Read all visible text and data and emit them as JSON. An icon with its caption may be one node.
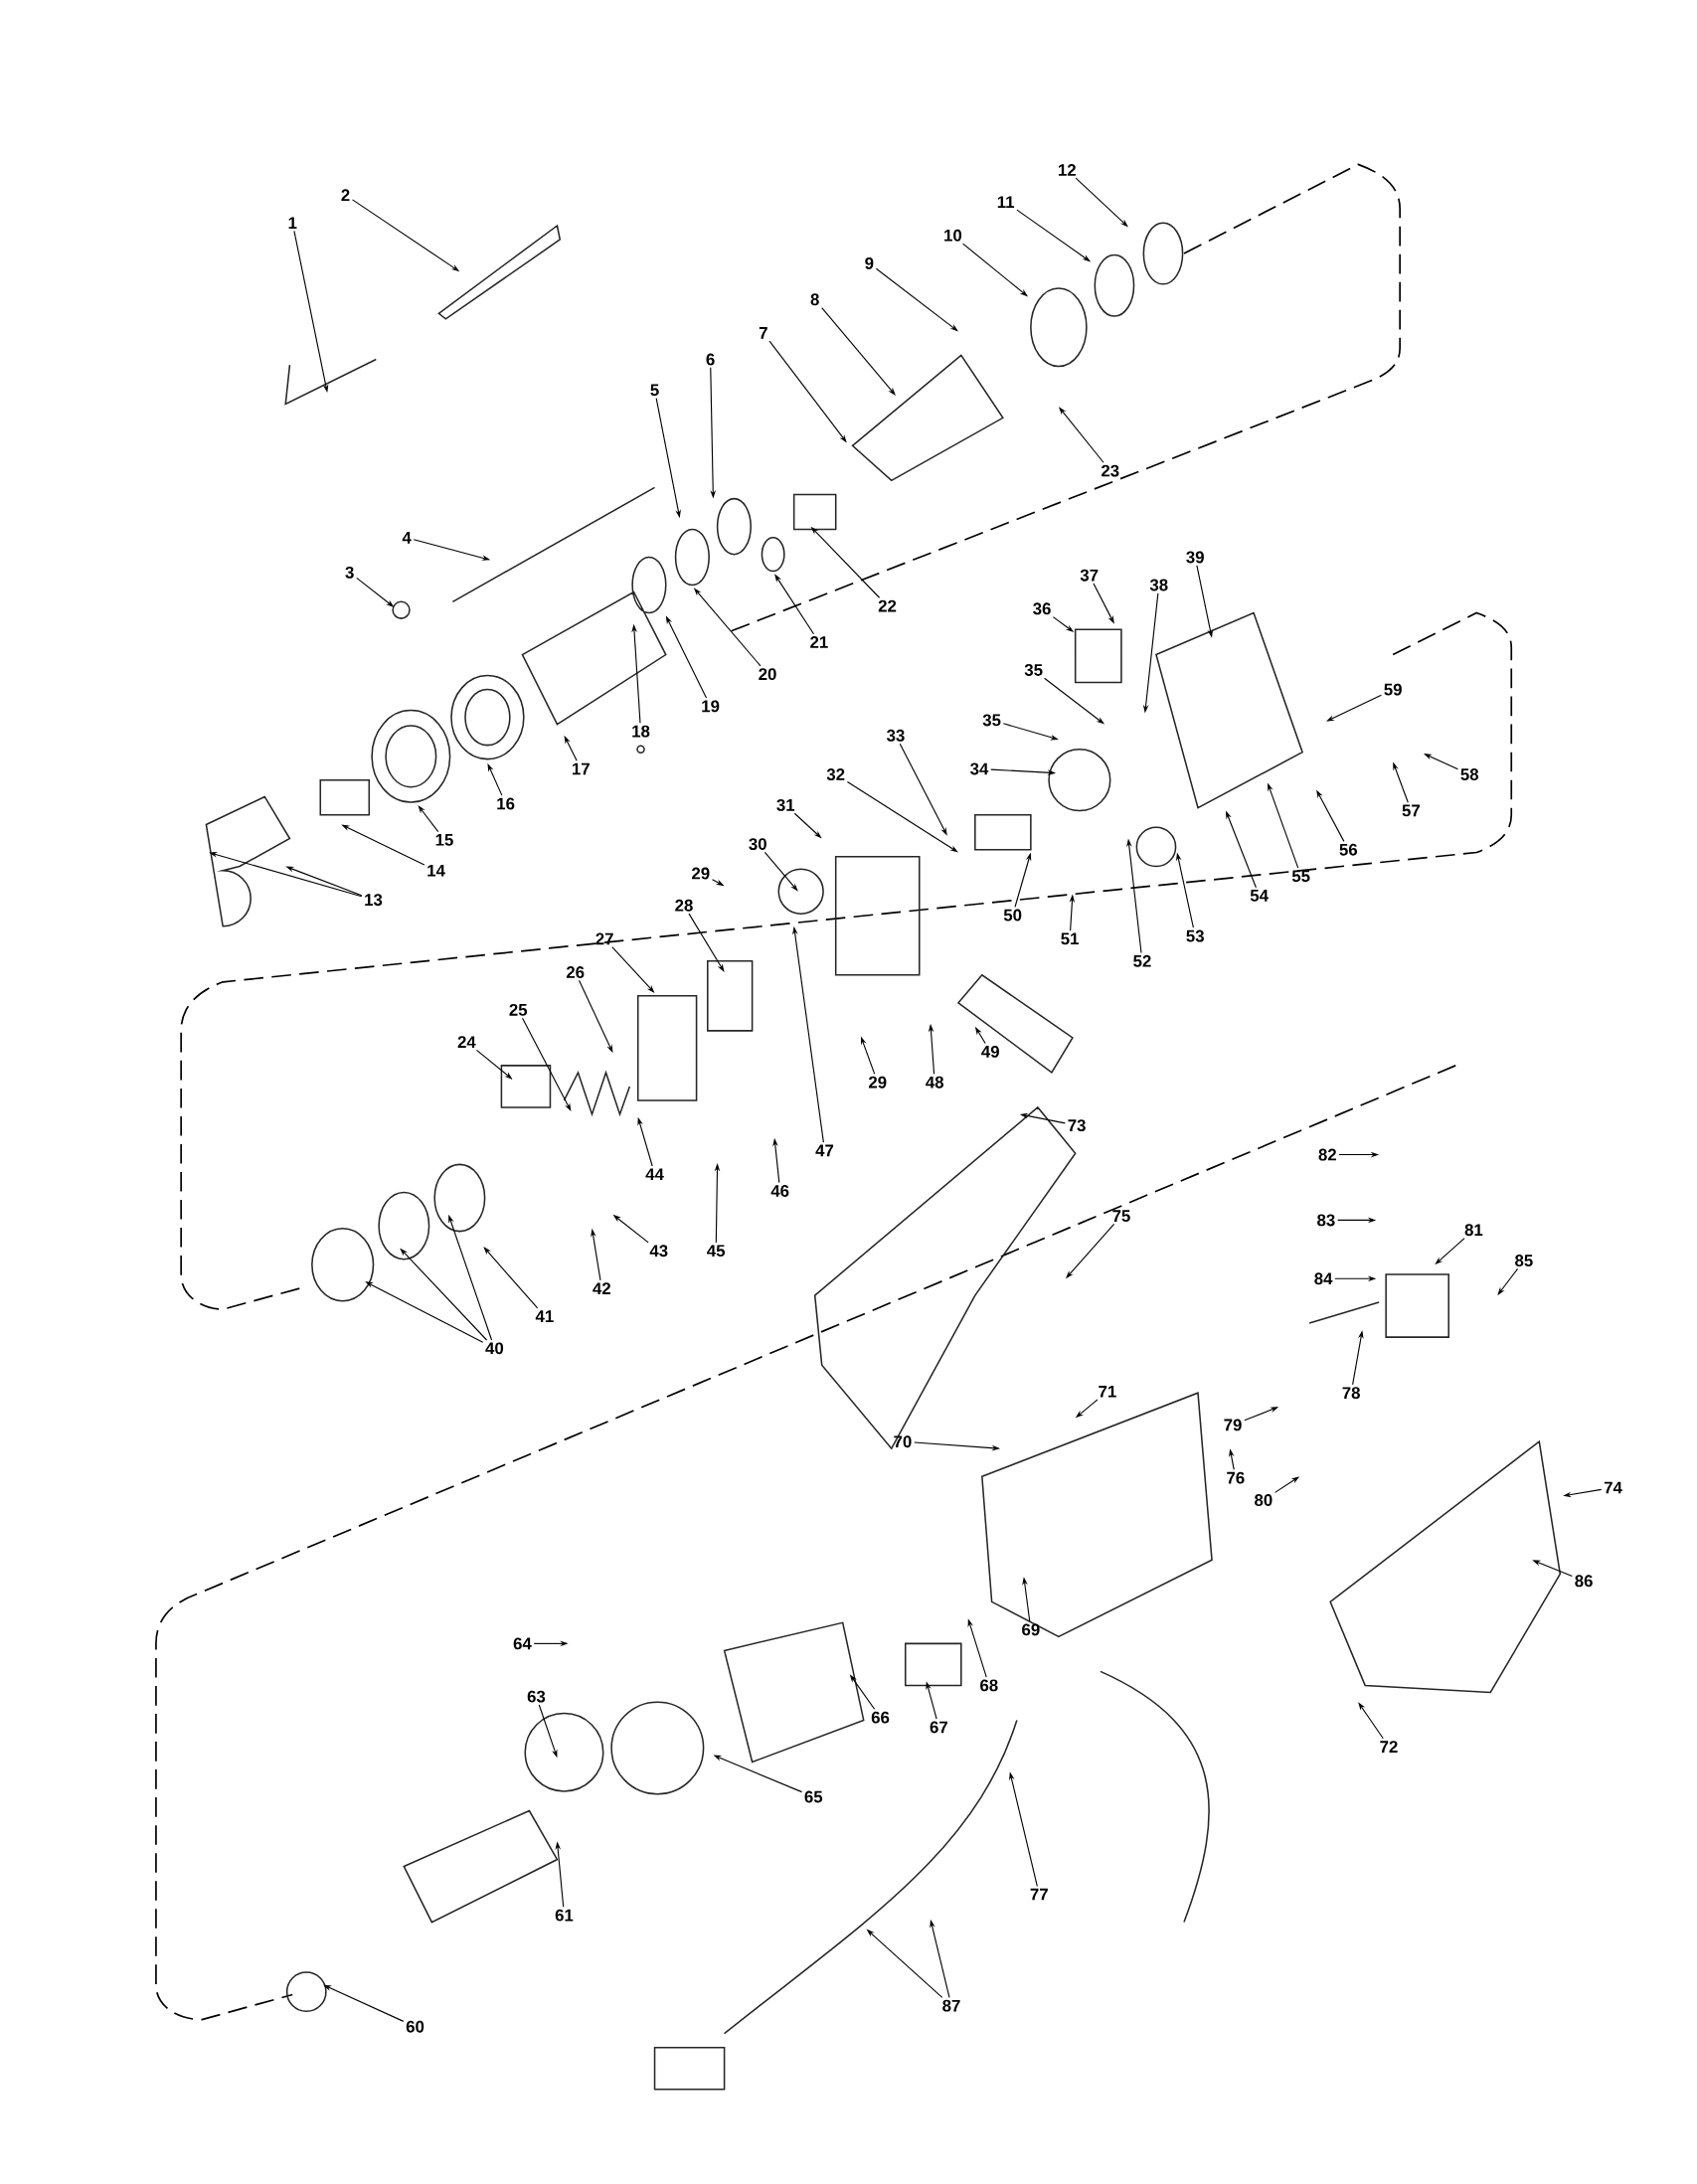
{
  "diagram": {
    "nodes": [
      {
        "text": [
          "1"
        ]
      },
      {
        "text": [
          "2"
        ]
      },
      {
        "text": [
          "3"
        ]
      },
      {
        "text": [
          "4"
        ]
      },
      {
        "text": [
          "5"
        ]
      },
      {
        "text": [
          "6"
        ]
      },
      {
        "text": [
          "7"
        ]
      },
      {
        "text": [
          "8"
        ]
      },
      {
        "text": [
          "9"
        ]
      },
      {
        "text": [
          "10"
        ]
      },
      {
        "text": [
          "11"
        ]
      },
      {
        "text": [
          "12"
        ]
      },
      {
        "text": [
          "13"
        ]
      },
      {
        "text": [
          "14"
        ]
      },
      {
        "text": [
          "15"
        ]
      },
      {
        "text": [
          "16"
        ]
      },
      {
        "text": [
          "17"
        ]
      },
      {
        "text": [
          "18"
        ]
      },
      {
        "text": [
          "19"
        ]
      },
      {
        "text": [
          "20"
        ]
      },
      {
        "text": [
          "21"
        ]
      },
      {
        "text": [
          "22"
        ]
      },
      {
        "text": [
          "23"
        ]
      },
      {
        "text": [
          "24"
        ]
      },
      {
        "text": [
          "25"
        ]
      },
      {
        "text": [
          "26"
        ]
      },
      {
        "text": [
          "27"
        ]
      },
      {
        "text": [
          "28"
        ]
      },
      {
        "text": [
          "29"
        ]
      },
      {
        "text": [
          "29"
        ]
      },
      {
        "text": [
          "30"
        ]
      },
      {
        "text": [
          "31"
        ]
      },
      {
        "text": [
          "32"
        ]
      },
      {
        "text": [
          "33"
        ]
      },
      {
        "text": [
          "34"
        ]
      },
      {
        "text": [
          "35"
        ]
      },
      {
        "text": [
          "35"
        ]
      },
      {
        "text": [
          "36"
        ]
      },
      {
        "text": [
          "37"
        ]
      },
      {
        "text": [
          "38"
        ]
      },
      {
        "text": [
          "39"
        ]
      },
      {
        "text": [
          "40"
        ]
      },
      {
        "text": [
          "41"
        ]
      },
      {
        "text": [
          "42"
        ]
      },
      {
        "text": [
          "43"
        ]
      },
      {
        "text": [
          "44"
        ]
      },
      {
        "text": [
          "45"
        ]
      },
      {
        "text": [
          "46"
        ]
      },
      {
        "text": [
          "47"
        ]
      },
      {
        "text": [
          "48"
        ]
      },
      {
        "text": [
          "49"
        ]
      },
      {
        "text": [
          "50"
        ]
      },
      {
        "text": [
          "51"
        ]
      },
      {
        "text": [
          "52"
        ]
      },
      {
        "text": [
          "53"
        ]
      },
      {
        "text": [
          "54"
        ]
      },
      {
        "text": [
          "55"
        ]
      },
      {
        "text": [
          "56"
        ]
      },
      {
        "text": [
          "57"
        ]
      },
      {
        "text": [
          "58"
        ]
      },
      {
        "text": [
          "59"
        ]
      },
      {
        "text": [
          "60"
        ]
      },
      {
        "text": [
          "61"
        ]
      },
      {
        "text": [
          "63"
        ]
      },
      {
        "text": [
          "64"
        ]
      },
      {
        "text": [
          "65"
        ]
      },
      {
        "text": [
          "66"
        ]
      },
      {
        "text": [
          "67"
        ]
      },
      {
        "text": [
          "68"
        ]
      },
      {
        "text": [
          "69"
        ]
      },
      {
        "text": [
          "70"
        ]
      },
      {
        "text": [
          "71"
        ]
      },
      {
        "text": [
          "72"
        ]
      },
      {
        "text": [
          "73"
        ]
      },
      {
        "text": [
          "74"
        ]
      },
      {
        "text": [
          "75"
        ]
      },
      {
        "text": [
          "76"
        ]
      },
      {
        "text": [
          "77"
        ]
      },
      {
        "text": [
          "78"
        ]
      },
      {
        "text": [
          "79"
        ]
      },
      {
        "text": [
          "80"
        ]
      },
      {
        "text": [
          "81"
        ]
      },
      {
        "text": [
          "82"
        ]
      },
      {
        "text": [
          "83"
        ]
      },
      {
        "text": [
          "84"
        ]
      },
      {
        "text": [
          "85"
        ]
      },
      {
        "text": [
          "86"
        ]
      },
      {
        "text": [
          "87"
        ]
      }
    ],
    "edges": [
      {
        "from": 0,
        "to": null,
        "arrow": "to"
      },
      {
        "from": 1,
        "to": null,
        "arrow": "to"
      },
      {
        "from": 2,
        "to": null,
        "arrow": "to"
      },
      {
        "from": 3,
        "to": null,
        "arrow": "to"
      },
      {
        "from": 4,
        "to": null,
        "arrow": "to"
      },
      {
        "from": 5,
        "to": null,
        "arrow": "to"
      },
      {
        "from": 6,
        "to": null,
        "arrow": "to"
      },
      {
        "from": 7,
        "to": null,
        "arrow": "to"
      },
      {
        "from": 8,
        "to": null,
        "arrow": "to"
      },
      {
        "from": 9,
        "to": null,
        "arrow": "to"
      },
      {
        "from": 10,
        "to": null,
        "arrow": "to"
      },
      {
        "from": 11,
        "to": null,
        "arrow": "to"
      },
      {
        "from": 12,
        "to": null,
        "arrow": "to"
      },
      {
        "from": 12,
        "to": null,
        "arrow": "to"
      },
      {
        "from": 13,
        "to": null,
        "arrow": "to"
      },
      {
        "from": 14,
        "to": null,
        "arrow": "to"
      },
      {
        "from": 15,
        "to": null,
        "arrow": "to"
      },
      {
        "from": 16,
        "to": null,
        "arrow": "to"
      },
      {
        "from": 17,
        "to": null,
        "arrow": "to"
      },
      {
        "from": 18,
        "to": null,
        "arrow": "to"
      },
      {
        "from": 19,
        "to": null,
        "arrow": "to"
      },
      {
        "from": 20,
        "to": null,
        "arrow": "to"
      },
      {
        "from": 21,
        "to": null,
        "arrow": "to"
      },
      {
        "from": 22,
        "to": null,
        "arrow": "to"
      },
      {
        "from": 23,
        "to": null,
        "arrow": "to"
      },
      {
        "from": 24,
        "to": null,
        "arrow": "to"
      },
      {
        "from": 25,
        "to": null,
        "arrow": "to"
      },
      {
        "from": 26,
        "to": null,
        "arrow": "to"
      },
      {
        "from": 27,
        "to": null,
        "arrow": "to"
      },
      {
        "from": 28,
        "to": null,
        "arrow": "to"
      },
      {
        "from": 29,
        "to": null,
        "arrow": "to"
      },
      {
        "from": 30,
        "to": null,
        "arrow": "to"
      },
      {
        "from": 31,
        "to": null,
        "arrow": "to"
      },
      {
        "from": 32,
        "to": null,
        "arrow": "to"
      },
      {
        "from": 33,
        "to": null,
        "arrow": "to"
      },
      {
        "from": 34,
        "to": null,
        "arrow": "to"
      },
      {
        "from": 35,
        "to": null,
        "arrow": "to"
      },
      {
        "from": 36,
        "to": null,
        "arrow": "to"
      },
      {
        "from": 37,
        "to": null,
        "arrow": "to"
      },
      {
        "from": 38,
        "to": null,
        "arrow": "to"
      },
      {
        "from": 39,
        "to": null,
        "arrow": "to"
      },
      {
        "from": 40,
        "to": null,
        "arrow": "to"
      },
      {
        "from": 41,
        "to": null,
        "arrow": "to"
      },
      {
        "from": 41,
        "to": null,
        "arrow": "to"
      },
      {
        "from": 41,
        "to": null,
        "arrow": "to"
      },
      {
        "from": 42,
        "to": null,
        "arrow": "to"
      },
      {
        "from": 43,
        "to": null,
        "arrow": "to"
      },
      {
        "from": 44,
        "to": null,
        "arrow": "to"
      },
      {
        "from": 45,
        "to": null,
        "arrow": "to"
      },
      {
        "from": 46,
        "to": null,
        "arrow": "to"
      },
      {
        "from": 47,
        "to": null,
        "arrow": "to"
      },
      {
        "from": 48,
        "to": null,
        "arrow": "to"
      },
      {
        "from": 49,
        "to": null,
        "arrow": "to"
      },
      {
        "from": 50,
        "to": null,
        "arrow": "to"
      },
      {
        "from": 51,
        "to": null,
        "arrow": "to"
      },
      {
        "from": 52,
        "to": null,
        "arrow": "to"
      },
      {
        "from": 53,
        "to": null,
        "arrow": "to"
      },
      {
        "from": 54,
        "to": null,
        "arrow": "to"
      },
      {
        "from": 55,
        "to": null,
        "arrow": "to"
      },
      {
        "from": 56,
        "to": null,
        "arrow": "to"
      },
      {
        "from": 57,
        "to": null,
        "arrow": "to"
      },
      {
        "from": 58,
        "to": null,
        "arrow": "to"
      },
      {
        "from": 59,
        "to": null,
        "arrow": "to"
      },
      {
        "from": 60,
        "to": null,
        "arrow": "to"
      },
      {
        "from": 61,
        "to": null,
        "arrow": "to"
      },
      {
        "from": 62,
        "to": null,
        "arrow": "to"
      },
      {
        "from": 63,
        "to": null,
        "arrow": "to"
      },
      {
        "from": 64,
        "to": null,
        "arrow": "to"
      },
      {
        "from": 65,
        "to": null,
        "arrow": "to"
      },
      {
        "from": 66,
        "to": null,
        "arrow": "to"
      },
      {
        "from": 67,
        "to": null,
        "arrow": "to"
      },
      {
        "from": 68,
        "to": null,
        "arrow": "to"
      },
      {
        "from": 69,
        "to": null,
        "arrow": "to"
      },
      {
        "from": 70,
        "to": null,
        "arrow": "to"
      },
      {
        "from": 71,
        "to": null,
        "arrow": "to"
      },
      {
        "from": 72,
        "to": null,
        "arrow": "to"
      },
      {
        "from": 73,
        "to": null,
        "arrow": "to"
      },
      {
        "from": 74,
        "to": null,
        "arrow": "to"
      },
      {
        "from": 75,
        "to": null,
        "arrow": "to"
      },
      {
        "from": 76,
        "to": null,
        "arrow": "to"
      },
      {
        "from": 77,
        "to": null,
        "arrow": "to"
      },
      {
        "from": 78,
        "to": null,
        "arrow": "to"
      },
      {
        "from": 79,
        "to": null,
        "arrow": "to"
      },
      {
        "from": 80,
        "to": null,
        "arrow": "to"
      },
      {
        "from": 81,
        "to": null,
        "arrow": "to"
      },
      {
        "from": 82,
        "to": null,
        "arrow": "to"
      },
      {
        "from": 83,
        "to": null,
        "arrow": "to"
      },
      {
        "from": 84,
        "to": null,
        "arrow": "to"
      },
      {
        "from": 85,
        "to": null,
        "arrow": "to"
      },
      {
        "from": 86,
        "to": null,
        "arrow": "to"
      },
      {
        "from": 87,
        "to": null,
        "arrow": "to"
      },
      {
        "from": 87,
        "to": null,
        "arrow": "to"
      }
    ]
  }
}
